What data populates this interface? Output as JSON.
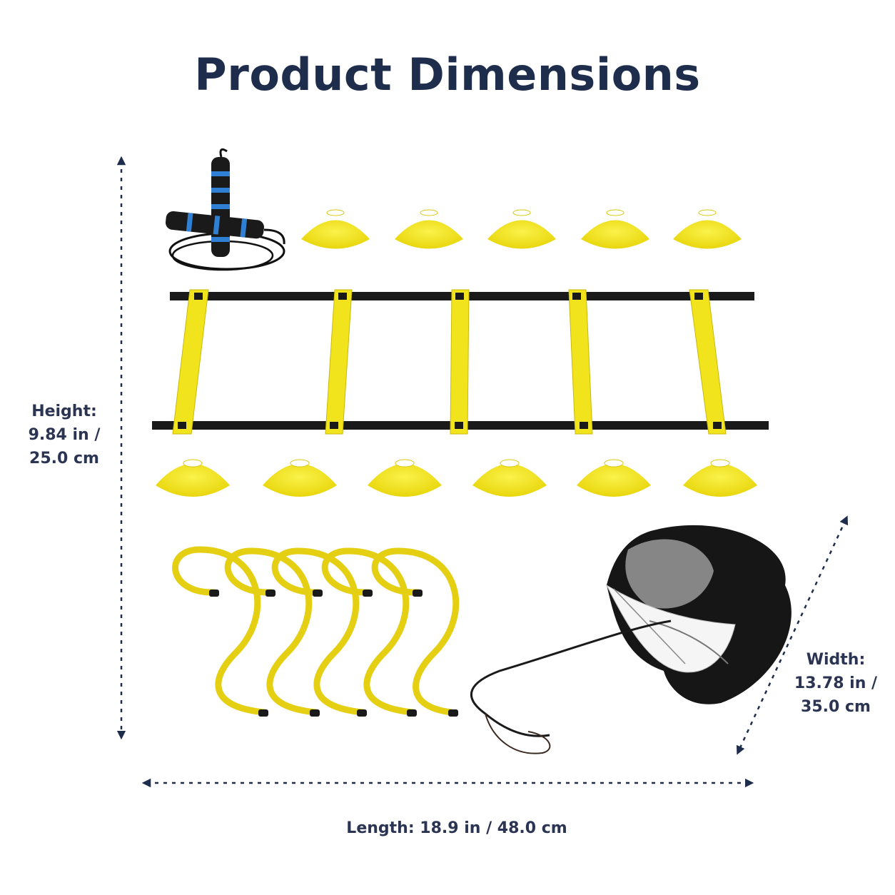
{
  "title": "Product Dimensions",
  "dimensions": {
    "height": {
      "line1": "Height:",
      "line2": "9.84 in /",
      "line3": "25.0 cm"
    },
    "width": {
      "line1": "Width:",
      "line2": "13.78 in /",
      "line3": "35.0 cm"
    },
    "length": {
      "text": "Length: 18.9 in / 48.0 cm"
    }
  },
  "colors": {
    "heading": "#1f2d4d",
    "accent_yellow": "#f2e41c",
    "strap_black": "#1a1a1a",
    "rope_blue": "#2f7fd4"
  },
  "items": [
    "jump-rope-icon",
    "disc-cone-icon",
    "agility-ladder-icon",
    "hurdle-icon",
    "resistance-parachute-icon"
  ]
}
